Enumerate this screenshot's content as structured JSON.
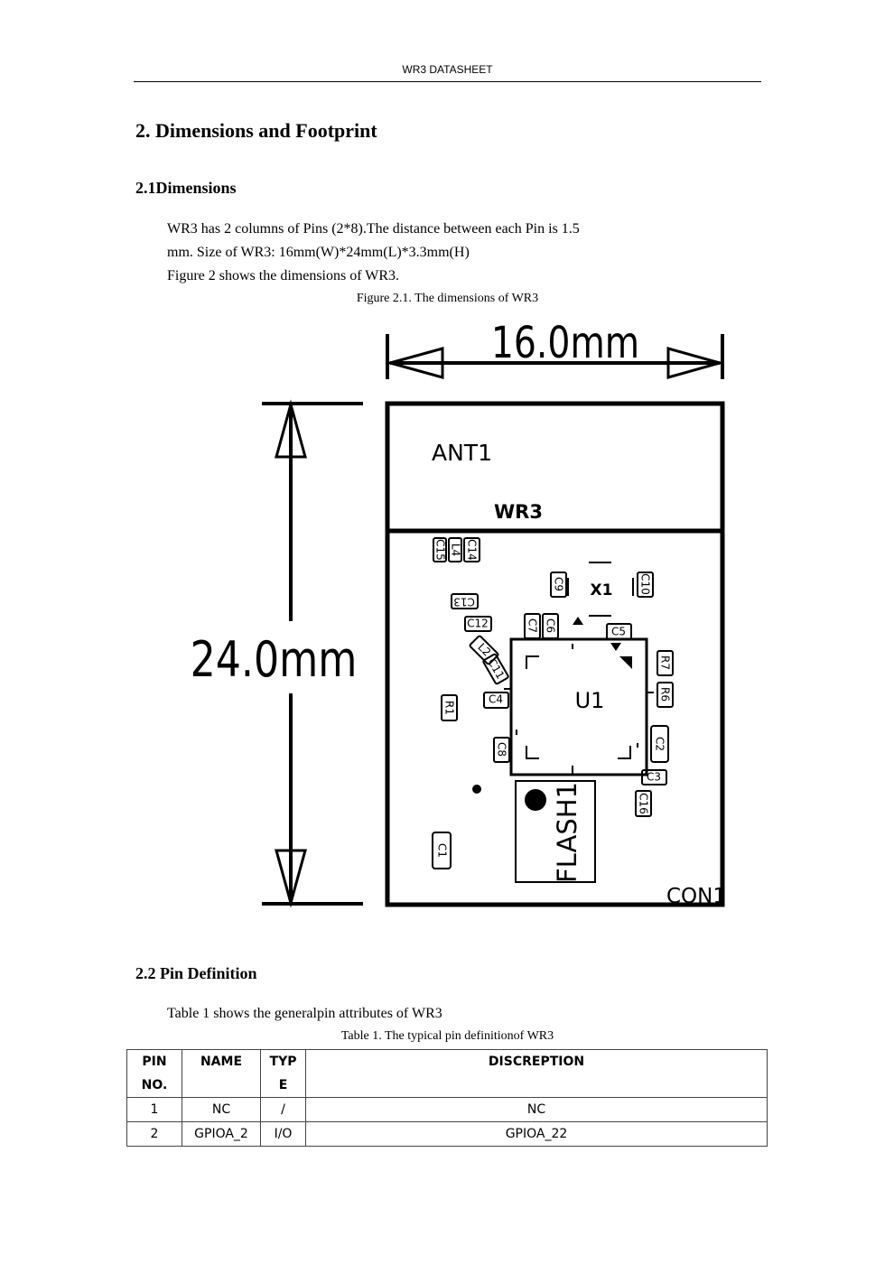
{
  "header": {
    "title": "WR3 DATASHEET"
  },
  "section": {
    "heading": "2. Dimensions and Footprint"
  },
  "dimensions": {
    "heading": "2.1Dimensions",
    "lines": [
      "WR3 has 2 columns of Pins (2*8).The distance between each Pin is 1.5",
      "mm. Size of WR3: 16mm(W)*24mm(L)*3.3mm(H)",
      "Figure 2 shows the dimensions of WR3."
    ],
    "figure_caption": "Figure 2.1. The dimensions of WR3"
  },
  "figure": {
    "width_label": "16.0mm",
    "height_label": "24.0mm",
    "antenna_label": "ANT1",
    "module_label": "WR3",
    "chip_label": "U1",
    "crystal_label": "X1",
    "flash_label": "FLASH1",
    "connector_label": "CON1",
    "components": [
      "C15",
      "L4",
      "C14",
      "C9",
      "C10",
      "C13",
      "C12",
      "C7",
      "C6",
      "C5",
      "L2",
      "C11",
      "R7",
      "R1",
      "C4",
      "R6",
      "C8",
      "C2",
      "C3",
      "C16",
      "C1"
    ]
  },
  "pin_definition": {
    "heading": "2.2 Pin Definition",
    "intro": "Table 1 shows the generalpin attributes of WR3",
    "table_caption": "Table 1. The typical pin definitionof WR3",
    "columns": {
      "pin_1": "PIN",
      "pin_2": "NO.",
      "name": "NAME",
      "type_1": "TYP",
      "type_2": "E",
      "desc": "DISCREPTION"
    },
    "rows": [
      {
        "pin": "1",
        "name": "NC",
        "type": "/",
        "desc": "NC"
      },
      {
        "pin": "2",
        "name": "GPIOA_2",
        "type": "I/O",
        "desc": "GPIOA_22"
      }
    ]
  }
}
